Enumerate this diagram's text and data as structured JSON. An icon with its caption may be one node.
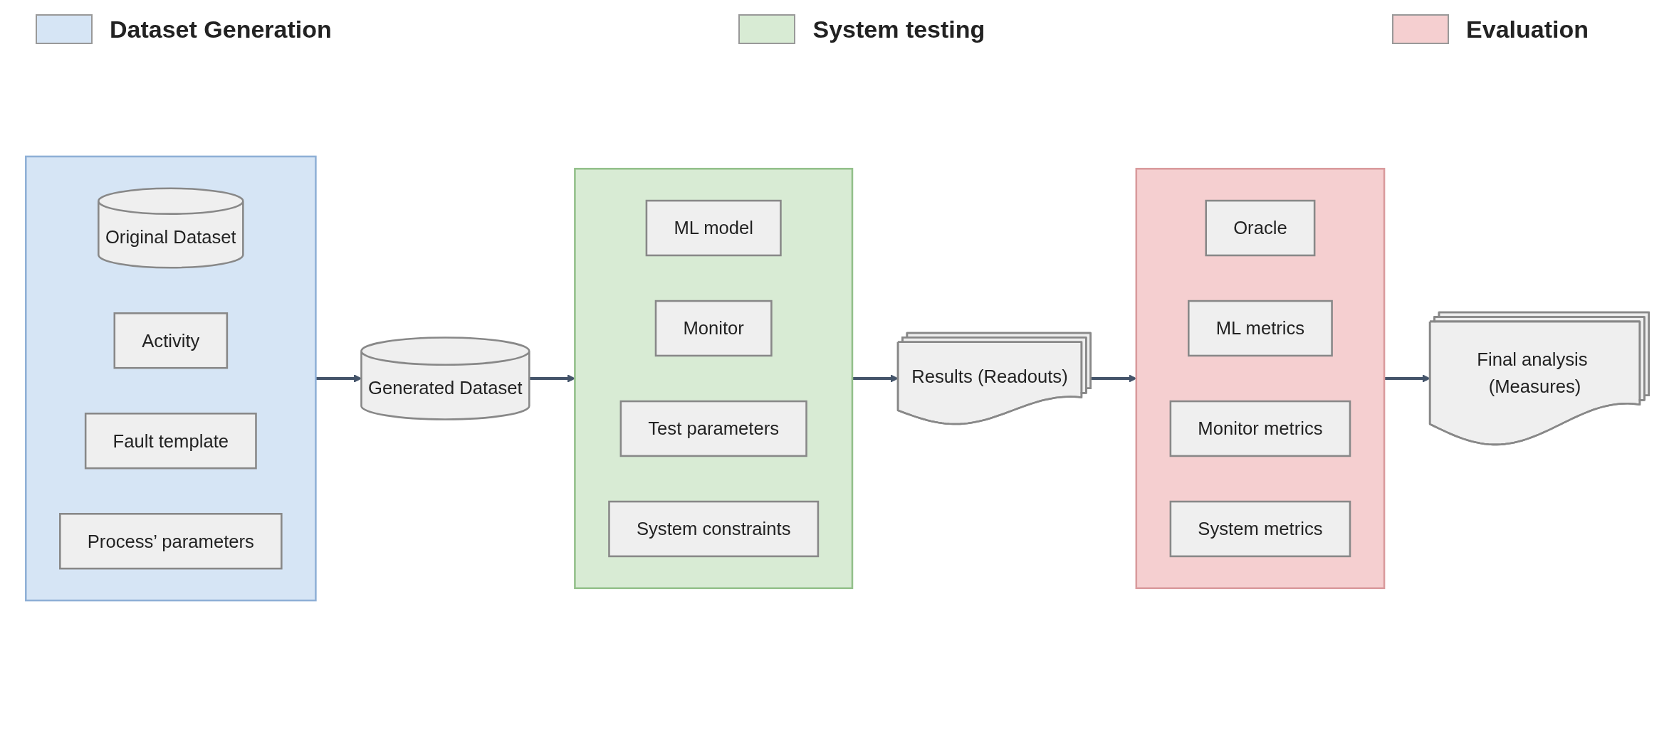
{
  "diagram": {
    "nodes": [
      {
        "text": [],
        "shape": "box"
      },
      {
        "text": [
          "Original Dataset"
        ],
        "in": 0
      },
      {
        "text": [
          "Activity"
        ],
        "in": 0
      },
      {
        "text": [
          "Fault template"
        ],
        "in": 0
      },
      {
        "text": [
          "Process’ parameters"
        ],
        "in": 0
      },
      {
        "text": [
          "Generated Dataset"
        ]
      },
      {
        "text": [],
        "shape": "box"
      },
      {
        "text": [
          "ML model"
        ],
        "in": 6
      },
      {
        "text": [
          "Monitor"
        ],
        "in": 6
      },
      {
        "text": [
          "Test parameters"
        ],
        "in": 6
      },
      {
        "text": [
          "System constraints"
        ],
        "in": 6
      },
      {
        "text": [
          "Results (Readouts)"
        ]
      },
      {
        "text": [],
        "shape": "box"
      },
      {
        "text": [
          "Oracle"
        ],
        "in": 12
      },
      {
        "text": [
          "ML metrics"
        ],
        "in": 12
      },
      {
        "text": [
          "Monitor metrics"
        ],
        "in": 12
      },
      {
        "text": [
          "System metrics"
        ],
        "in": 12
      },
      {
        "text": [
          "Final analysis (Measures)"
        ]
      }
    ],
    "edges": [
      {
        "from": 0,
        "to": 5,
        "arrow": "to"
      },
      {
        "from": 5,
        "to": 6,
        "arrow": "to"
      },
      {
        "from": 6,
        "to": 11,
        "arrow": "to"
      },
      {
        "from": 11,
        "to": 12,
        "arrow": "to"
      },
      {
        "from": 12,
        "to": 17,
        "arrow": "to"
      }
    ],
    "legend": [
      {
        "text": "Dataset Generation",
        "color": "#d6e5f5"
      },
      {
        "text": "System testing",
        "color": "#d8ebd4"
      },
      {
        "text": "Evaluation",
        "color": "#f5cfd0"
      }
    ]
  }
}
